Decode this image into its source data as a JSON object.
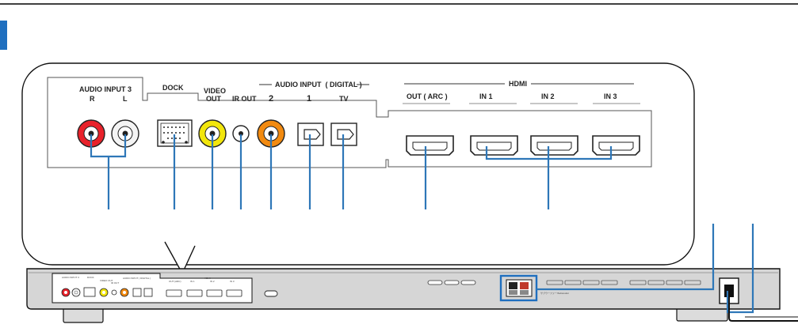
{
  "colors": {
    "accent": "#1f6fbf",
    "callout": "#2e77b8",
    "jack_red": "#e8222b",
    "jack_yellow": "#f2e60c",
    "jack_orange": "#f28a10",
    "bar_body": "#d6d6d6"
  },
  "labels": {
    "audio_input3": "AUDIO INPUT 3",
    "audio_r": "R",
    "audio_l": "L",
    "dock": "DOCK",
    "video_out_line1": "VIDEO",
    "video_out_line2": "OUT",
    "ir_out": "IR OUT",
    "audio_digital": "AUDIO INPUT  ( DIGITAL )",
    "digital_2": "2",
    "digital_1": "1",
    "digital_tv": "TV",
    "hdmi": "HDMI",
    "hdmi_out": "OUT ( ARC )",
    "hdmi_in1": "IN 1",
    "hdmi_in2": "IN 2",
    "hdmi_in3": "IN 3"
  },
  "bar_labels": {
    "audio_input3": "AUDIO INPUT 3",
    "dock": "DOCK",
    "video_out": "VIDEO OUT",
    "ir_out": "IR OUT",
    "audio_digital": "AUDIO INPUT ( DIGITAL )",
    "hdmi_out": "OUT (ARC)",
    "hdmi": "HDMI",
    "hdmi_in1": "IN 1",
    "hdmi_in2": "IN 2",
    "hdmi_in3": "IN 3",
    "speaker_note": "サブウーファー/Subwoofer"
  }
}
